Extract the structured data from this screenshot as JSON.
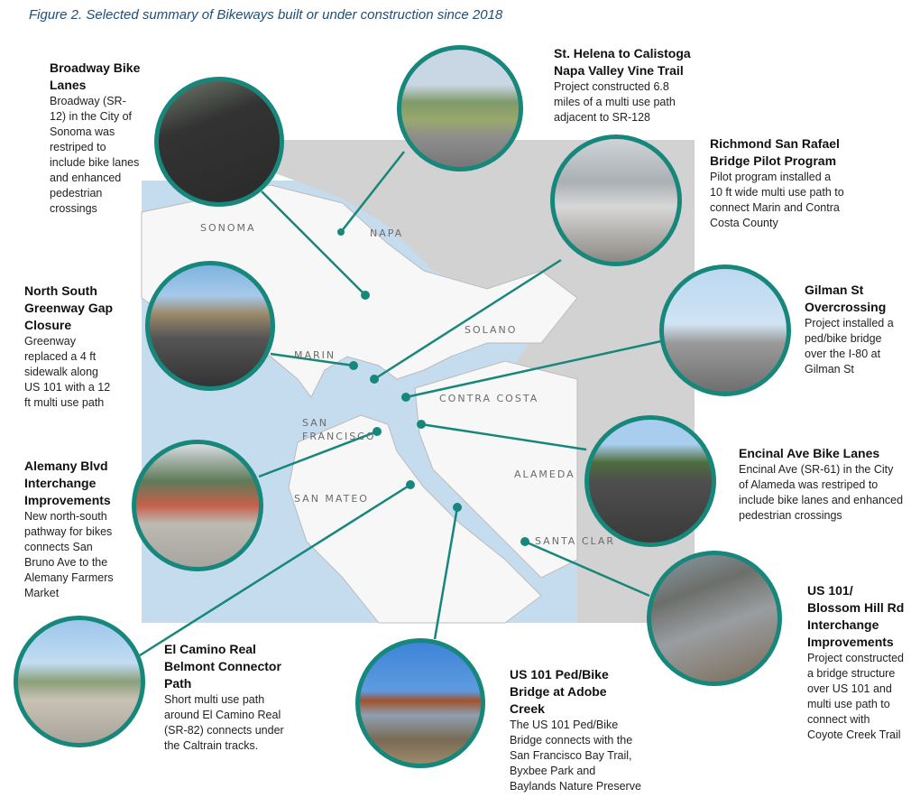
{
  "caption": "Figure 2. Selected summary of Bikeways built or under construction since 2018",
  "map_labels": {
    "sonoma": "SONOMA",
    "napa": "NAPA",
    "solano": "SOLANO",
    "marin": "MARIN",
    "contra_costa": "CONTRA COSTA",
    "san": "SAN",
    "francisco": "FRANCISCO",
    "alameda": "ALAMEDA",
    "san_mateo": "SAN MATEO",
    "santa_clara": "SANTA CLAR"
  },
  "projects": [
    {
      "title": "Broadway Bike Lanes",
      "desc": "Broadway (SR-12) in the City of Sonoma was restriped to include bike lanes and enhanced pedestrian crossings"
    },
    {
      "title": "St. Helena to Calistoga Napa Valley Vine Trail",
      "desc": "Project constructed 6.8 miles of a multi use path adjacent to SR-128"
    },
    {
      "title": "Richmond San Rafael Bridge Pilot Program",
      "desc": "Pilot program installed a 10 ft wide multi use path to connect Marin and Contra Costa County"
    },
    {
      "title": "North South Greenway Gap Closure",
      "desc": "Greenway replaced a 4 ft sidewalk along US 101 with a 12 ft multi use path"
    },
    {
      "title": "Gilman St Overcrossing",
      "desc": "Project installed a ped/bike bridge over the I-80 at Gilman St"
    },
    {
      "title": "Alemany Blvd Interchange Improvements",
      "desc": "New north-south pathway for bikes connects San Bruno Ave to the Alemany Farmers Market"
    },
    {
      "title": "Encinal Ave Bike Lanes",
      "desc": "Encinal Ave (SR-61) in the City of Alameda was restriped to include bike lanes and enhanced pedestrian crossings"
    },
    {
      "title": "El Camino Real Belmont Connector Path",
      "desc": "Short multi use path around El Camino Real (SR-82) connects under the Caltrain tracks."
    },
    {
      "title": "US 101/ Blossom Hill Rd Interchange Improvements",
      "desc": "Project constructed a bridge structure over US 101 and multi use path to connect with Coyote Creek Trail"
    },
    {
      "title": "US 101 Ped/Bike Bridge at Adobe Creek",
      "desc": "The US 101 Ped/Bike Bridge connects with the San Francisco Bay Trail, Byxbee Park and Baylands Nature Preserve"
    }
  ],
  "colors": {
    "accent": "#16877a",
    "water": "#c5dcef",
    "land_out": "#cfcfcf",
    "caption": "#1f4e79"
  }
}
